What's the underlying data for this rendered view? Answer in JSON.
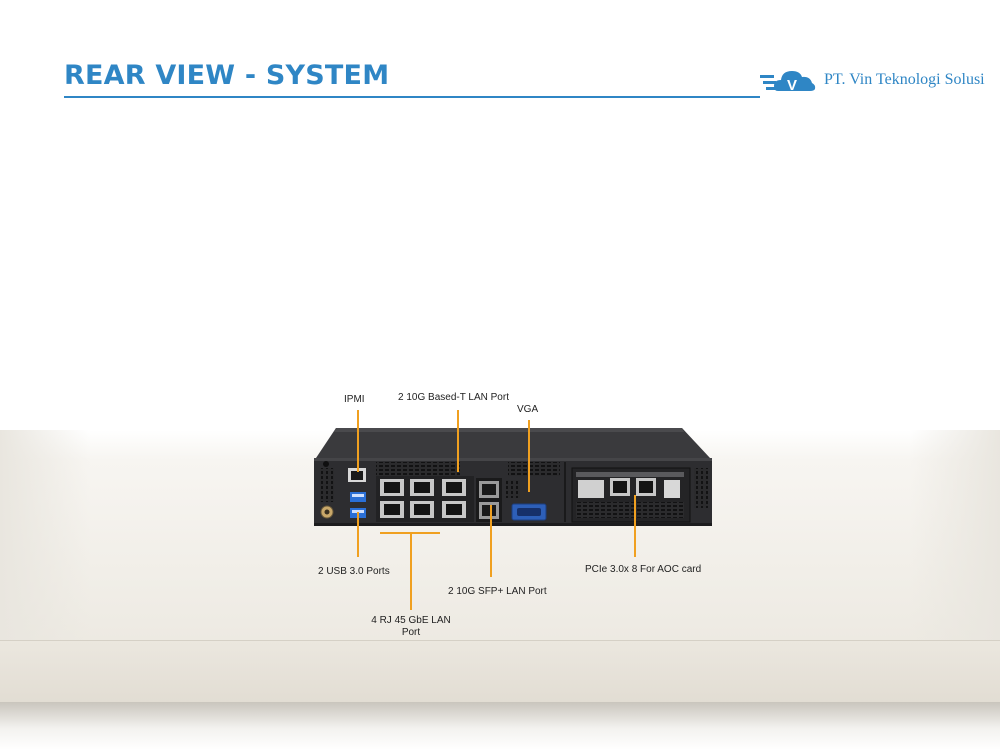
{
  "page": {
    "title": "REAR VIEW - SYSTEM",
    "brand": {
      "name": "PT. Vin Teknologi Solusi",
      "logo_letter": "V",
      "icon": "cloud-v-logo-icon",
      "color": "#2f86c5"
    }
  },
  "callouts": {
    "ipmi": "IPMI",
    "lan_10g_t": "2 10G Based-T LAN Port",
    "vga": "VGA",
    "usb": "2 USB 3.0 Ports",
    "sfp": "2 10G SFP+ LAN Port",
    "pcie": "PCIe 3.0x 8 For AOC card",
    "rj45_line1": "4 RJ 45 GbE LAN",
    "rj45_line2": "Port"
  },
  "colors": {
    "accent": "#2f86c5",
    "callout_line": "#f0a020",
    "chassis": "#2a2a2c",
    "usb_blue": "#2a6fd6",
    "vga_blue": "#2d5fb8"
  }
}
